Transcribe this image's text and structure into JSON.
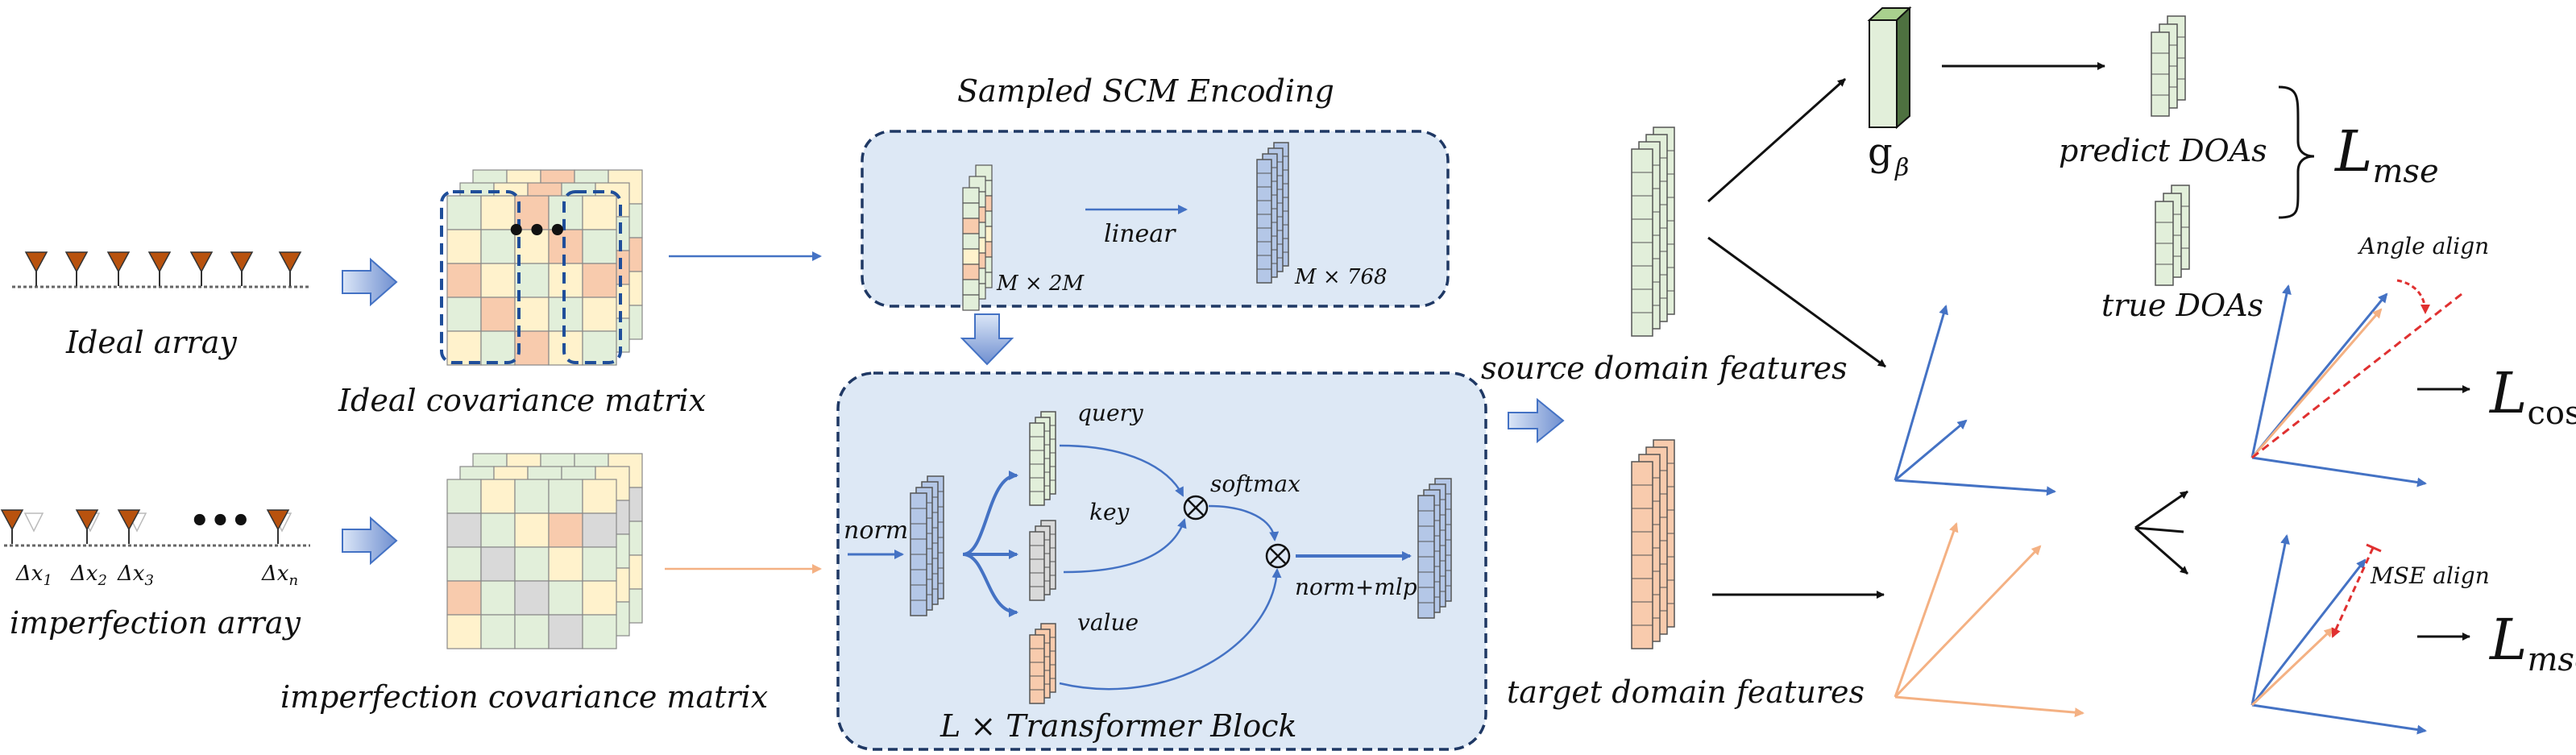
{
  "labels": {
    "ideal_array": "Ideal array",
    "imperfection_array": "imperfection array",
    "ideal_cov": "Ideal covariance matrix",
    "imperfection_cov": "imperfection covariance matrix",
    "sampled_scm": "Sampled SCM Encoding",
    "linear": "linear",
    "m2m": "M × 2M",
    "m768": "M × 768",
    "norm": "norm",
    "query": "query",
    "key": "key",
    "value": "value",
    "softmax": "softmax",
    "norm_mlp": "norm+mlp",
    "transformer_block": "L × Transformer Block",
    "source_features": "source domain features",
    "target_features": "target domain features",
    "g_beta": "g",
    "beta": "β",
    "predict_doas": "predict DOAs",
    "true_doas": "true DOAs",
    "angle_align": "Angle align",
    "mse_align": "MSE align",
    "loss_l": "L",
    "mse_sub": "mse",
    "cos_sub": "cos",
    "dx1": "Δx",
    "dx1_sub": "1",
    "dx2": "Δx",
    "dx2_sub": "2",
    "dx3": "Δx",
    "dx3_sub": "3",
    "dxn": "Δx",
    "dxn_sub": "n",
    "dots": "•••"
  },
  "colors": {
    "antenna": "#b8520e",
    "green": "#e2efda",
    "peach": "#f8cbad",
    "yellow": "#fff2cc",
    "gray": "#d9d9d9",
    "blue_cell": "#b4c7e7",
    "panel": "#dde8f5",
    "panel_border": "#1f3864",
    "blue_arrow": "#4472c4",
    "orange_arrow": "#f4b183",
    "red": "#e03030"
  }
}
